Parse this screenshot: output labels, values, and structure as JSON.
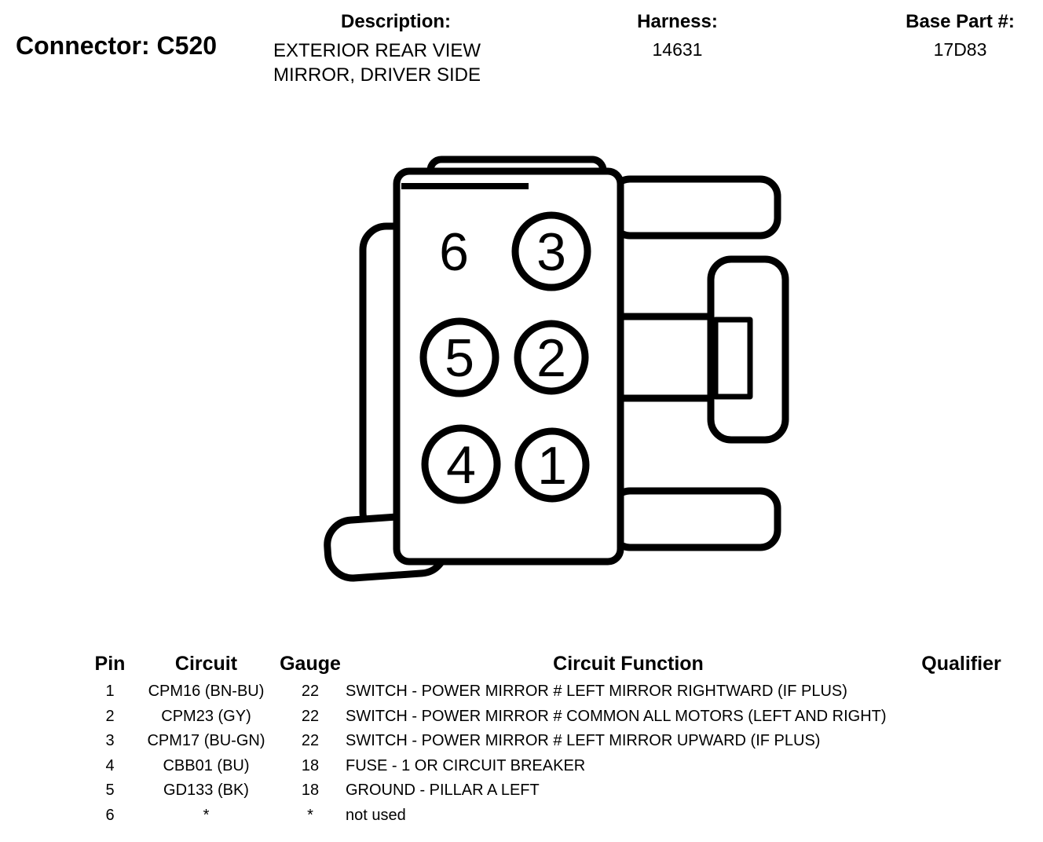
{
  "header": {
    "connector_label": "Connector: C520",
    "description": {
      "label": "Description:",
      "line1": "EXTERIOR REAR VIEW",
      "line2": "MIRROR, DRIVER SIDE"
    },
    "harness": {
      "label": "Harness:",
      "value": "14631"
    },
    "base_part": {
      "label": "Base Part #:",
      "value": "17D83"
    }
  },
  "diagram": {
    "pin_labels": {
      "p1": "1",
      "p2": "2",
      "p3": "3",
      "p4": "4",
      "p5": "5",
      "p6": "6"
    }
  },
  "table": {
    "headers": {
      "pin": "Pin",
      "circuit": "Circuit",
      "gauge": "Gauge",
      "function": "Circuit Function",
      "qualifier": "Qualifier"
    },
    "rows": [
      {
        "pin": "1",
        "circuit": "CPM16 (BN-BU)",
        "gauge": "22",
        "function": "SWITCH - POWER MIRROR # LEFT MIRROR RIGHTWARD (IF PLUS)",
        "qualifier": ""
      },
      {
        "pin": "2",
        "circuit": "CPM23 (GY)",
        "gauge": "22",
        "function": "SWITCH - POWER MIRROR # COMMON ALL MOTORS (LEFT AND RIGHT)",
        "qualifier": ""
      },
      {
        "pin": "3",
        "circuit": "CPM17 (BU-GN)",
        "gauge": "22",
        "function": "SWITCH - POWER MIRROR # LEFT MIRROR UPWARD (IF PLUS)",
        "qualifier": ""
      },
      {
        "pin": "4",
        "circuit": "CBB01 (BU)",
        "gauge": "18",
        "function": "FUSE - 1 OR CIRCUIT BREAKER",
        "qualifier": ""
      },
      {
        "pin": "5",
        "circuit": "GD133 (BK)",
        "gauge": "18",
        "function": "GROUND - PILLAR A LEFT",
        "qualifier": ""
      },
      {
        "pin": "6",
        "circuit": "*",
        "gauge": "*",
        "function": "not used",
        "qualifier": ""
      }
    ]
  }
}
